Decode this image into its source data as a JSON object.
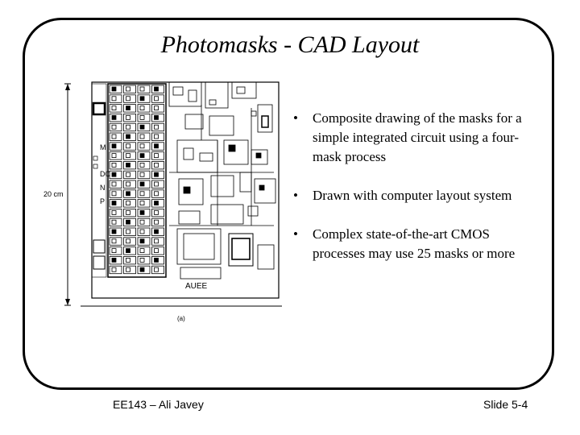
{
  "slide": {
    "title": "Photomasks  - CAD Layout",
    "bullets": [
      "Composite drawing of the masks for a simple integrated circuit using a four-mask process",
      "Drawn with computer layout system",
      "Complex state-of-the-art CMOS processes may use 25 masks or more"
    ],
    "bullet_glyph": "•",
    "footer_left": "EE143 – Ali Javey",
    "footer_right": "Slide 5-4"
  },
  "figure": {
    "dimension_label": "20 cm",
    "mask_legend": [
      "M",
      "DC",
      "N",
      "P"
    ],
    "chip_label": "AUEE",
    "caption": "(a)"
  },
  "colors": {
    "border": "#000000",
    "background": "#ffffff",
    "text": "#000000"
  }
}
